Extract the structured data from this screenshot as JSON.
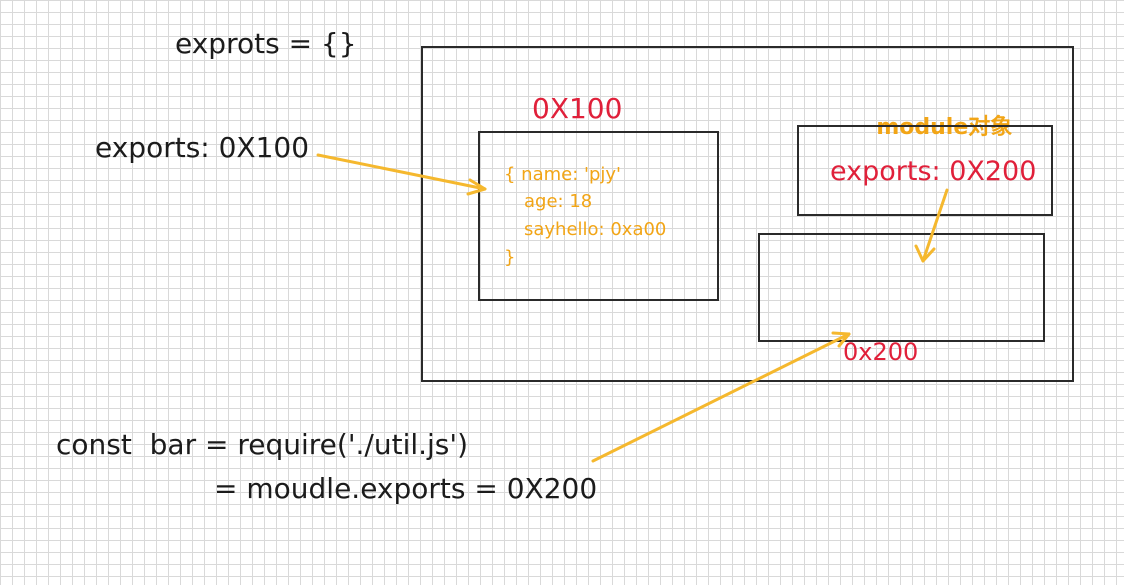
{
  "colors": {
    "ink": "#1b1b1b",
    "red": "#e0203a",
    "orange": "#f2a516",
    "arrow": "#f5b82e",
    "grid": "#d9d9d9"
  },
  "labels": {
    "exports_init": "exprots = {}",
    "exports_pointer_left": "exports: 0X100",
    "addr_0x100": "0X100",
    "module_title_prefix": "module",
    "module_title_suffix": "对象",
    "module_exports": "exports: 0X200",
    "addr_0x200": "0x200",
    "require_line1": "const  bar = require('./util.js')",
    "require_line2": "= moudle.exports = 0X200"
  },
  "object_0x100": {
    "line1": "{ name: 'pjy'",
    "line2": "age: 18",
    "line3": "sayhello: 0xa00",
    "line4": "}"
  }
}
